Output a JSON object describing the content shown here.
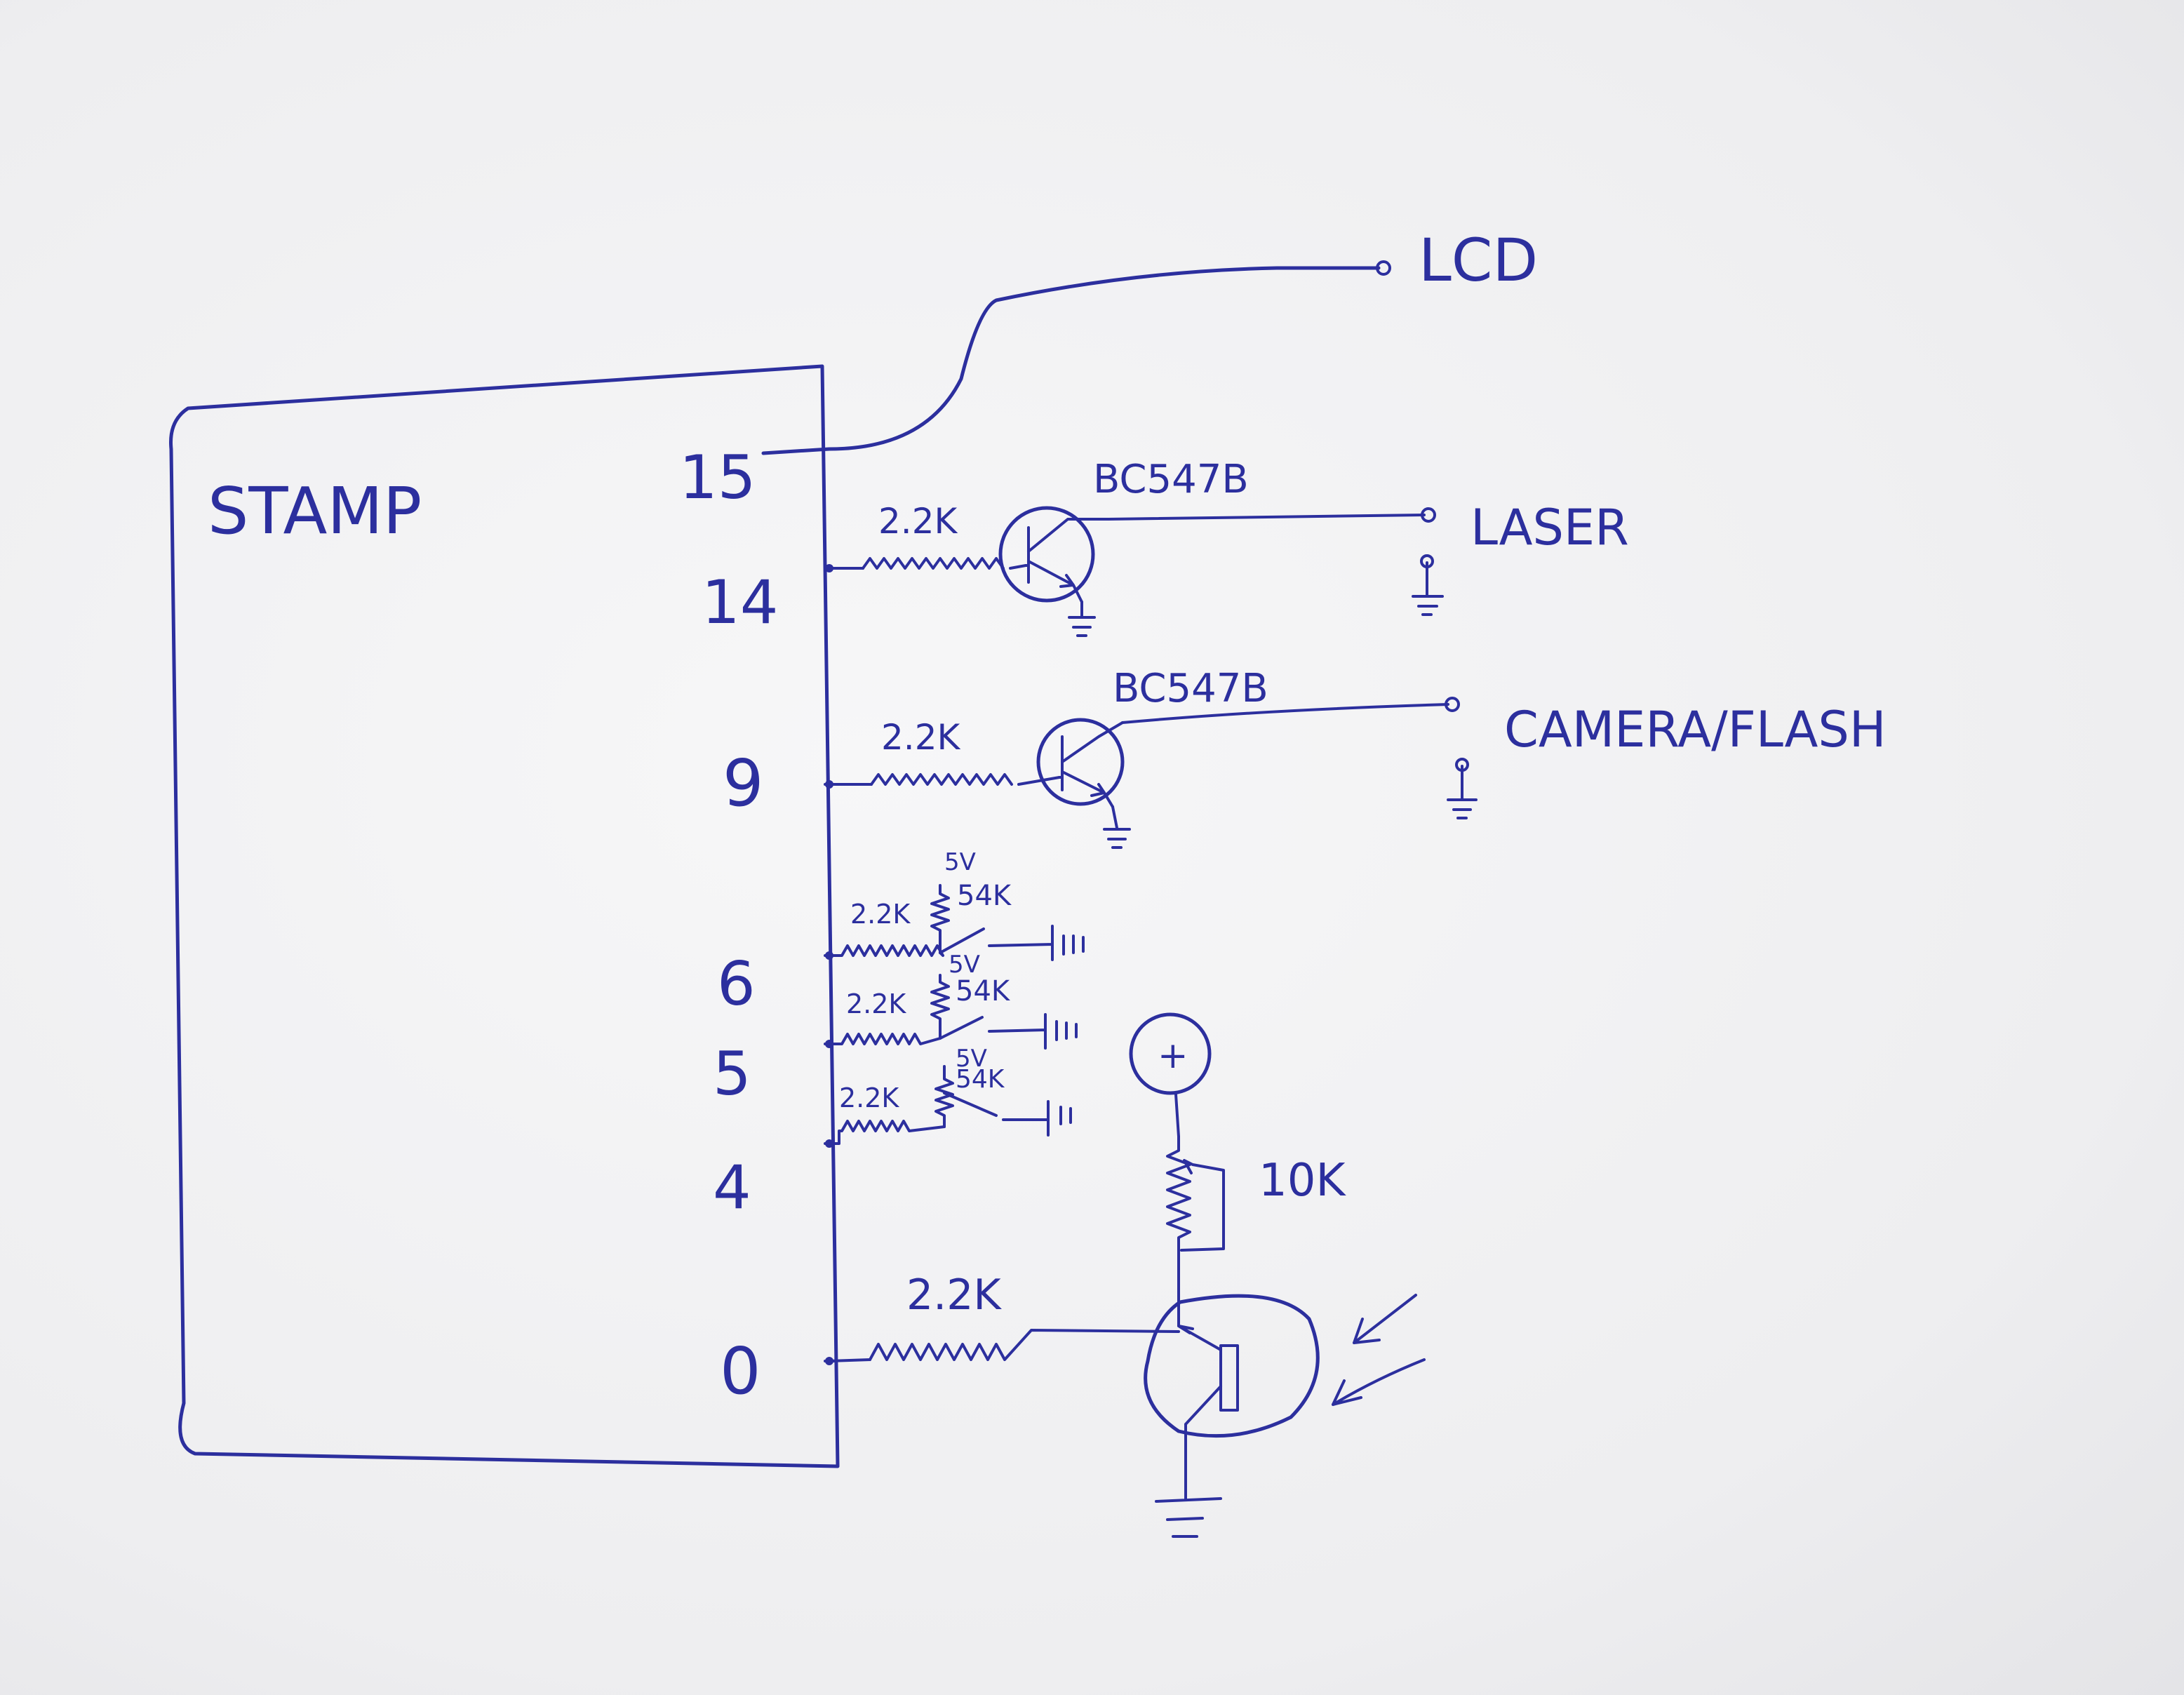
{
  "stamp": {
    "label": "STAMP"
  },
  "pins": {
    "p15": "15",
    "p14": "14",
    "p9": "9",
    "p6": "6",
    "p5": "5",
    "p4": "4",
    "p0": "0"
  },
  "lcd": {
    "label": "LCD"
  },
  "laser": {
    "label": "LASER",
    "resistor": "2.2K",
    "transistor": "BC547B"
  },
  "camera": {
    "label": "CAMERA/FLASH",
    "resistor": "2.2K",
    "transistor": "BC547B"
  },
  "switch6": {
    "resistor": "2.2K",
    "pullup": "5V",
    "pullup_value": "54K"
  },
  "switch5": {
    "resistor": "2.2K",
    "pullup": "5V",
    "pullup_value": "54K"
  },
  "switch4": {
    "resistor": "2.2K",
    "pullup": "5V",
    "pullup_value": "54K"
  },
  "sensor": {
    "resistor": "2.2K",
    "pot": "10K",
    "supply": "+"
  },
  "ink_color": "#2c2f9e"
}
